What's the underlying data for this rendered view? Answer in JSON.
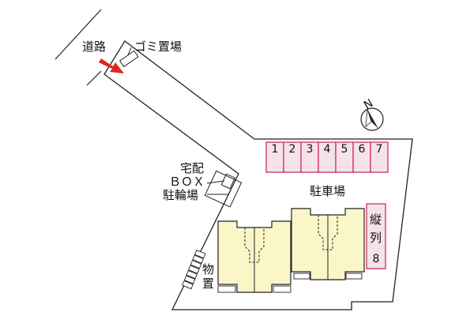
{
  "labels": {
    "road": "道路",
    "garbage": "ゴミ置場",
    "delivery_line1": "宅配",
    "delivery_line2": "ＢＯＸ",
    "bicycle": "駐輪場",
    "parking": "駐車場",
    "storage_char1": "物",
    "storage_char2": "置",
    "vertical_char1": "縦",
    "vertical_char2": "列",
    "vertical_num": "8",
    "north": "N"
  },
  "parking_stalls": [
    "1",
    "2",
    "3",
    "4",
    "5",
    "6",
    "7"
  ],
  "colors": {
    "stall_fill": "#f6e3ea",
    "stall_stroke": "#d33c64",
    "building_fill": "#fbf6c8",
    "arrow": "#e0251e",
    "outline": "#222222"
  }
}
